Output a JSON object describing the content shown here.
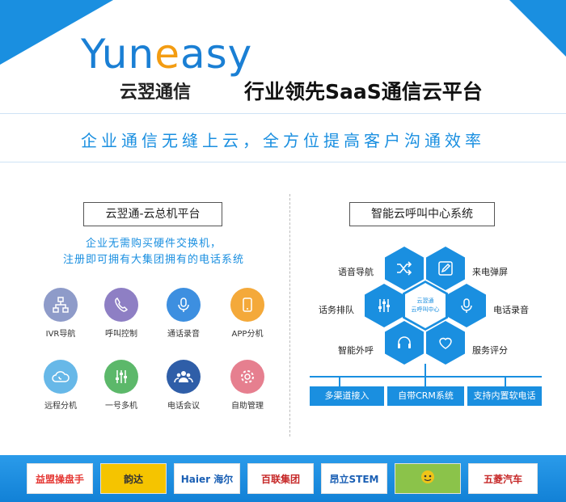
{
  "header": {
    "logo_prefix": "Yun",
    "logo_e": "e",
    "logo_suffix": "asy",
    "brand_cn": "云翌通信",
    "tagline": "行业领先SaaS通信云平台"
  },
  "subtitle": "企业通信无缝上云，全方位提高客户沟通效率",
  "left": {
    "title": "云翌通-云总机平台",
    "desc_line1": "企业无需购买硬件交换机，",
    "desc_line2": "注册即可拥有大集团拥有的电话系统",
    "features": [
      {
        "label": "IVR导航",
        "icon": "ivr-tree-icon",
        "color": "#8e9bc9"
      },
      {
        "label": "呼叫控制",
        "icon": "phone-icon",
        "color": "#8e7fc4"
      },
      {
        "label": "通话录音",
        "icon": "microphone-icon",
        "color": "#3d8fe0"
      },
      {
        "label": "APP分机",
        "icon": "mobile-icon",
        "color": "#f4a93a"
      },
      {
        "label": "远程分机",
        "icon": "cloud-phone-icon",
        "color": "#67b8e8"
      },
      {
        "label": "一号多机",
        "icon": "sliders-icon",
        "color": "#5cb86a"
      },
      {
        "label": "电话会议",
        "icon": "group-icon",
        "color": "#2f5ea8"
      },
      {
        "label": "自助管理",
        "icon": "gear-icon",
        "color": "#e67f8f"
      }
    ]
  },
  "right": {
    "title": "智能云呼叫中心系统",
    "center_line1": "云翌通",
    "center_line2": "云呼叫中心",
    "labels": {
      "voice_nav": "语音导航",
      "popup": "来电弹屏",
      "queue": "话务排队",
      "recording": "电话录音",
      "outbound": "智能外呼",
      "rating": "服务评分"
    },
    "tabs": [
      "多渠道接入",
      "自带CRM系统",
      "支持内置软电话"
    ]
  },
  "partners": [
    {
      "text": "益盟操盘手",
      "color": "#e53935"
    },
    {
      "text": "韵达",
      "color": "#333333"
    },
    {
      "text": "Haier 海尔",
      "color": "#1a5fb4"
    },
    {
      "text": "百联集团",
      "color": "#c62828"
    },
    {
      "text": "昂立STEM",
      "color": "#1a5fb4"
    },
    {
      "text": "",
      "color": "#f0c419"
    },
    {
      "text": "五菱汽车",
      "color": "#c62828"
    }
  ]
}
